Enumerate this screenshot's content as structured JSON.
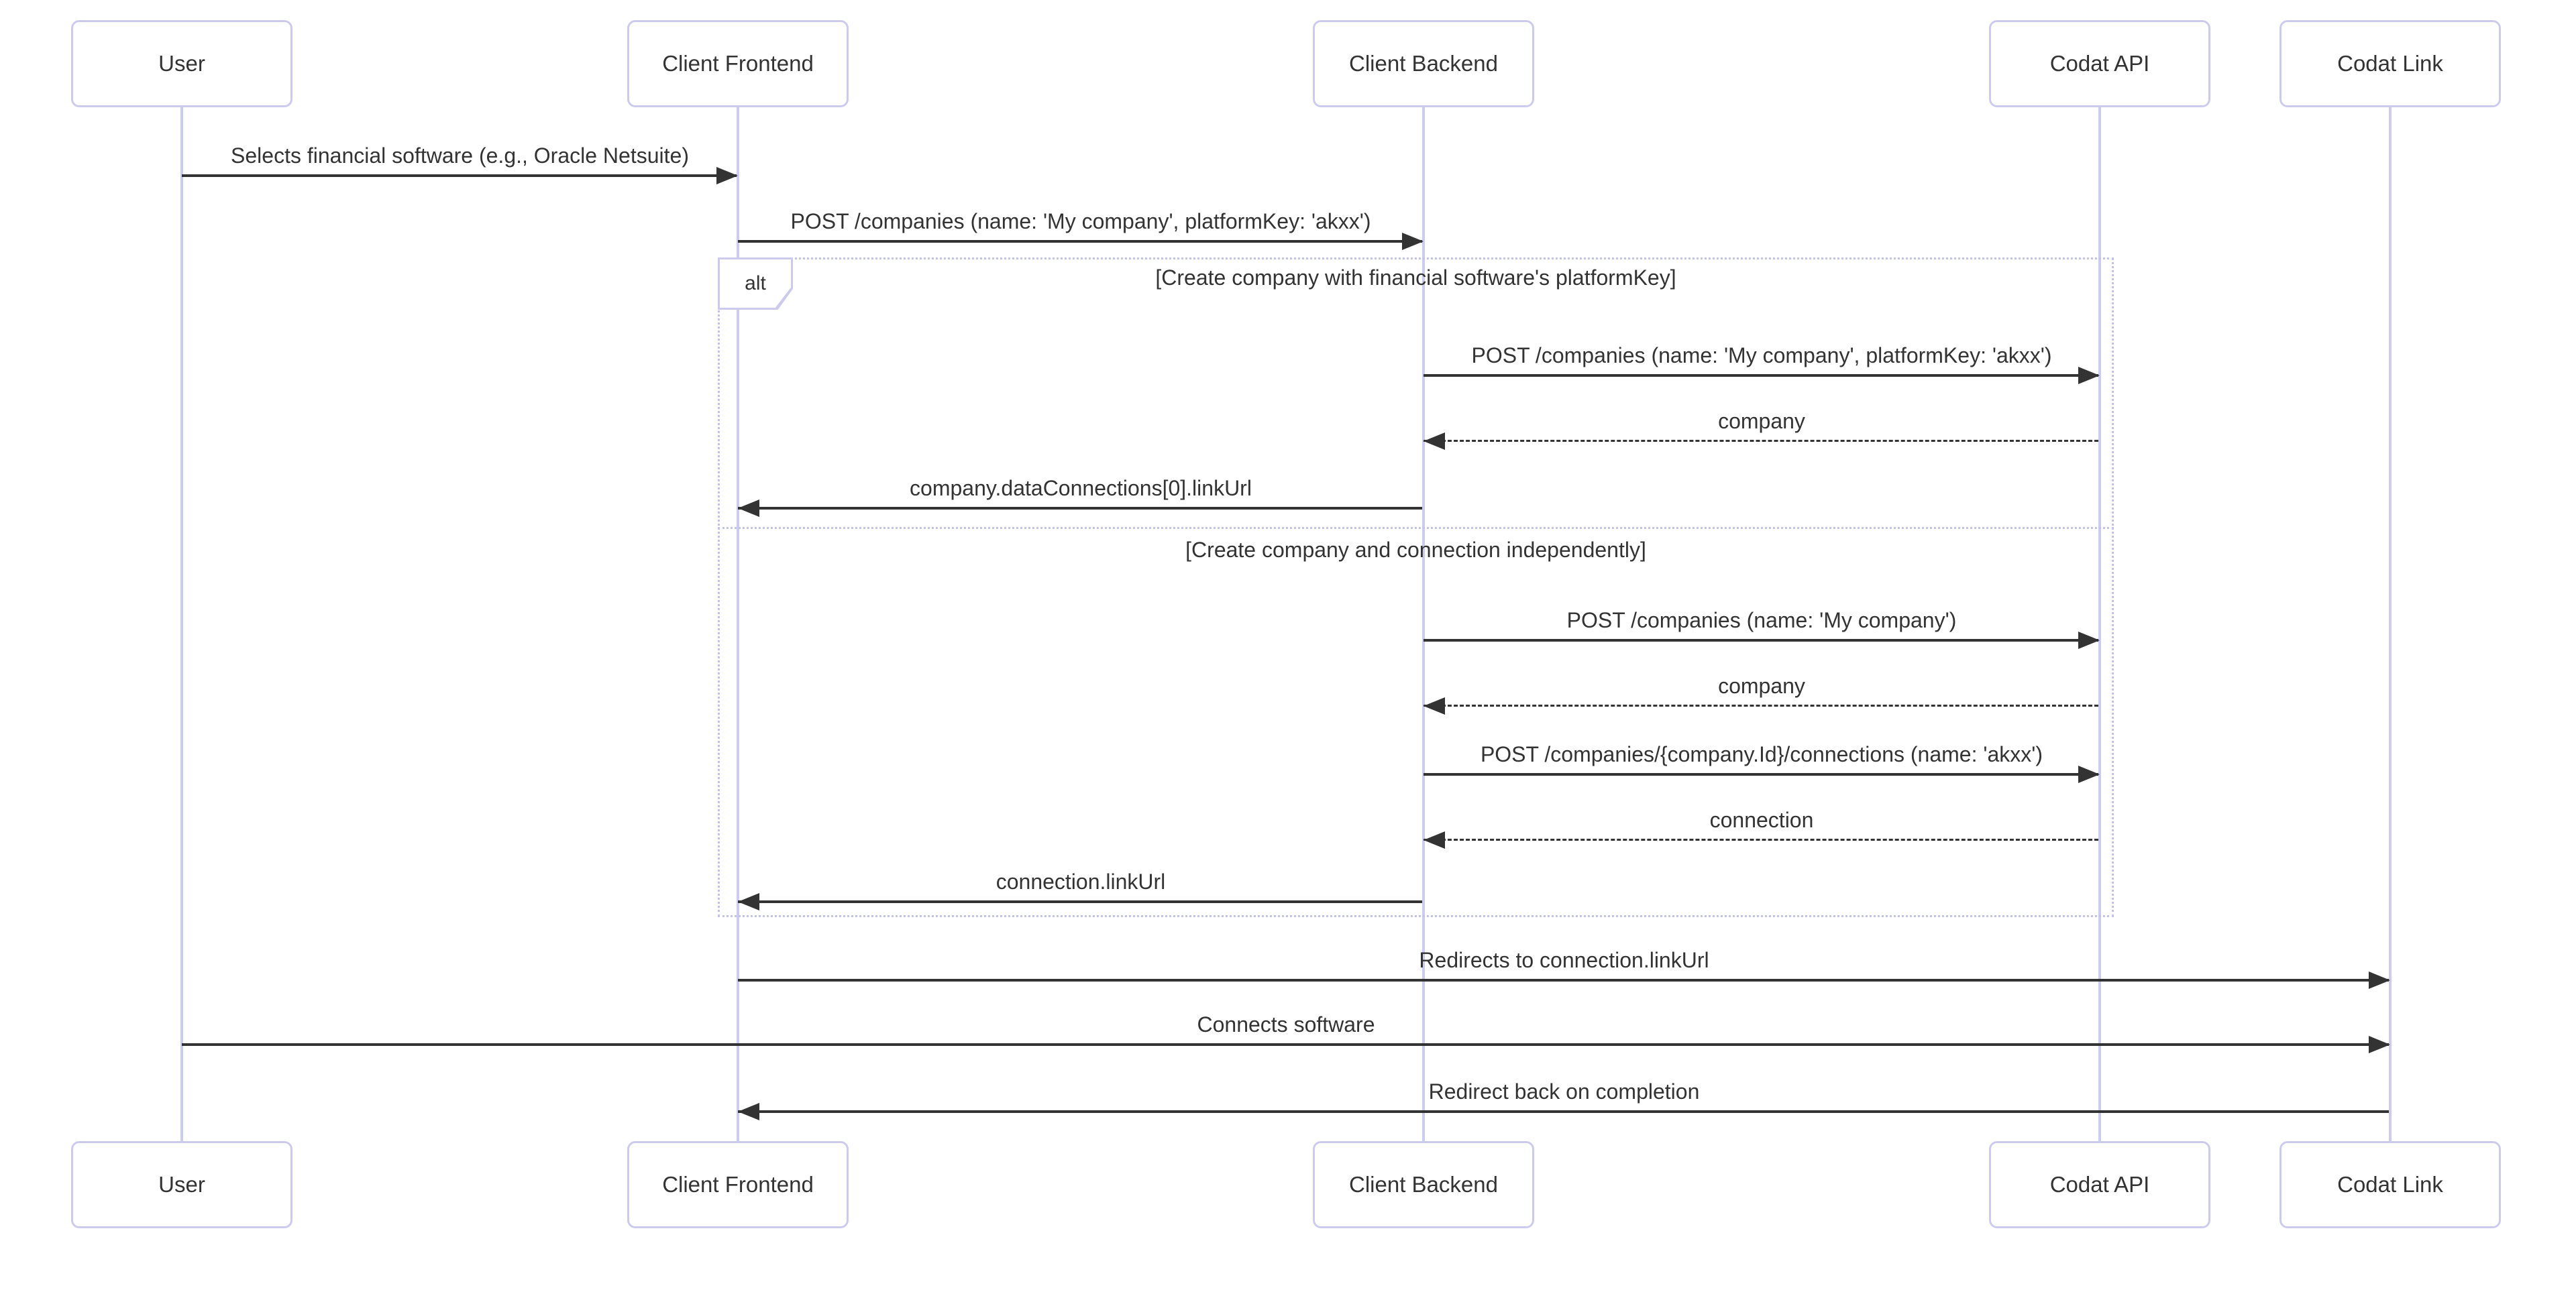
{
  "diagram": {
    "type": "sequence-diagram",
    "actors": [
      {
        "id": "user",
        "label": "User"
      },
      {
        "id": "client-frontend",
        "label": "Client Frontend"
      },
      {
        "id": "client-backend",
        "label": "Client Backend"
      },
      {
        "id": "codat-api",
        "label": "Codat API"
      },
      {
        "id": "codat-link",
        "label": "Codat Link"
      }
    ],
    "alt_block": {
      "label": "alt",
      "sections": [
        {
          "condition": "[Create company with financial software's platformKey]"
        },
        {
          "condition": "[Create company and connection independently]"
        }
      ]
    },
    "messages": [
      {
        "from": "User",
        "to": "Client Frontend",
        "text": "Selects financial software (e.g., Oracle Netsuite)",
        "line": "solid"
      },
      {
        "from": "Client Frontend",
        "to": "Client Backend",
        "text": "POST /companies (name: 'My company', platformKey: 'akxx')",
        "line": "solid"
      },
      {
        "from": "Client Backend",
        "to": "Codat API",
        "text": "POST /companies (name: 'My company', platformKey: 'akxx')",
        "line": "solid"
      },
      {
        "from": "Codat API",
        "to": "Client Backend",
        "text": "company",
        "line": "dashed"
      },
      {
        "from": "Client Backend",
        "to": "Client Frontend",
        "text": "company.dataConnections[0].linkUrl",
        "line": "solid"
      },
      {
        "from": "Client Backend",
        "to": "Codat API",
        "text": "POST /companies (name: 'My company')",
        "line": "solid"
      },
      {
        "from": "Codat API",
        "to": "Client Backend",
        "text": "company",
        "line": "dashed"
      },
      {
        "from": "Client Backend",
        "to": "Codat API",
        "text": "POST /companies/{company.Id}/connections (name: 'akxx')",
        "line": "solid"
      },
      {
        "from": "Codat API",
        "to": "Client Backend",
        "text": "connection",
        "line": "dashed"
      },
      {
        "from": "Client Backend",
        "to": "Client Frontend",
        "text": "connection.linkUrl",
        "line": "solid"
      },
      {
        "from": "Client Frontend",
        "to": "Codat Link",
        "text": "Redirects to connection.linkUrl",
        "line": "solid"
      },
      {
        "from": "User",
        "to": "Codat Link",
        "text": "Connects software",
        "line": "solid"
      },
      {
        "from": "Codat Link",
        "to": "Client Frontend",
        "text": "Redirect back on completion",
        "line": "solid"
      }
    ],
    "colors": {
      "background": "#ffffff",
      "actor_border": "#cdcbed",
      "lifeline": "#ccccf0",
      "frame_border": "#c3c2e8",
      "text": "#333333",
      "arrow": "#333333"
    }
  }
}
